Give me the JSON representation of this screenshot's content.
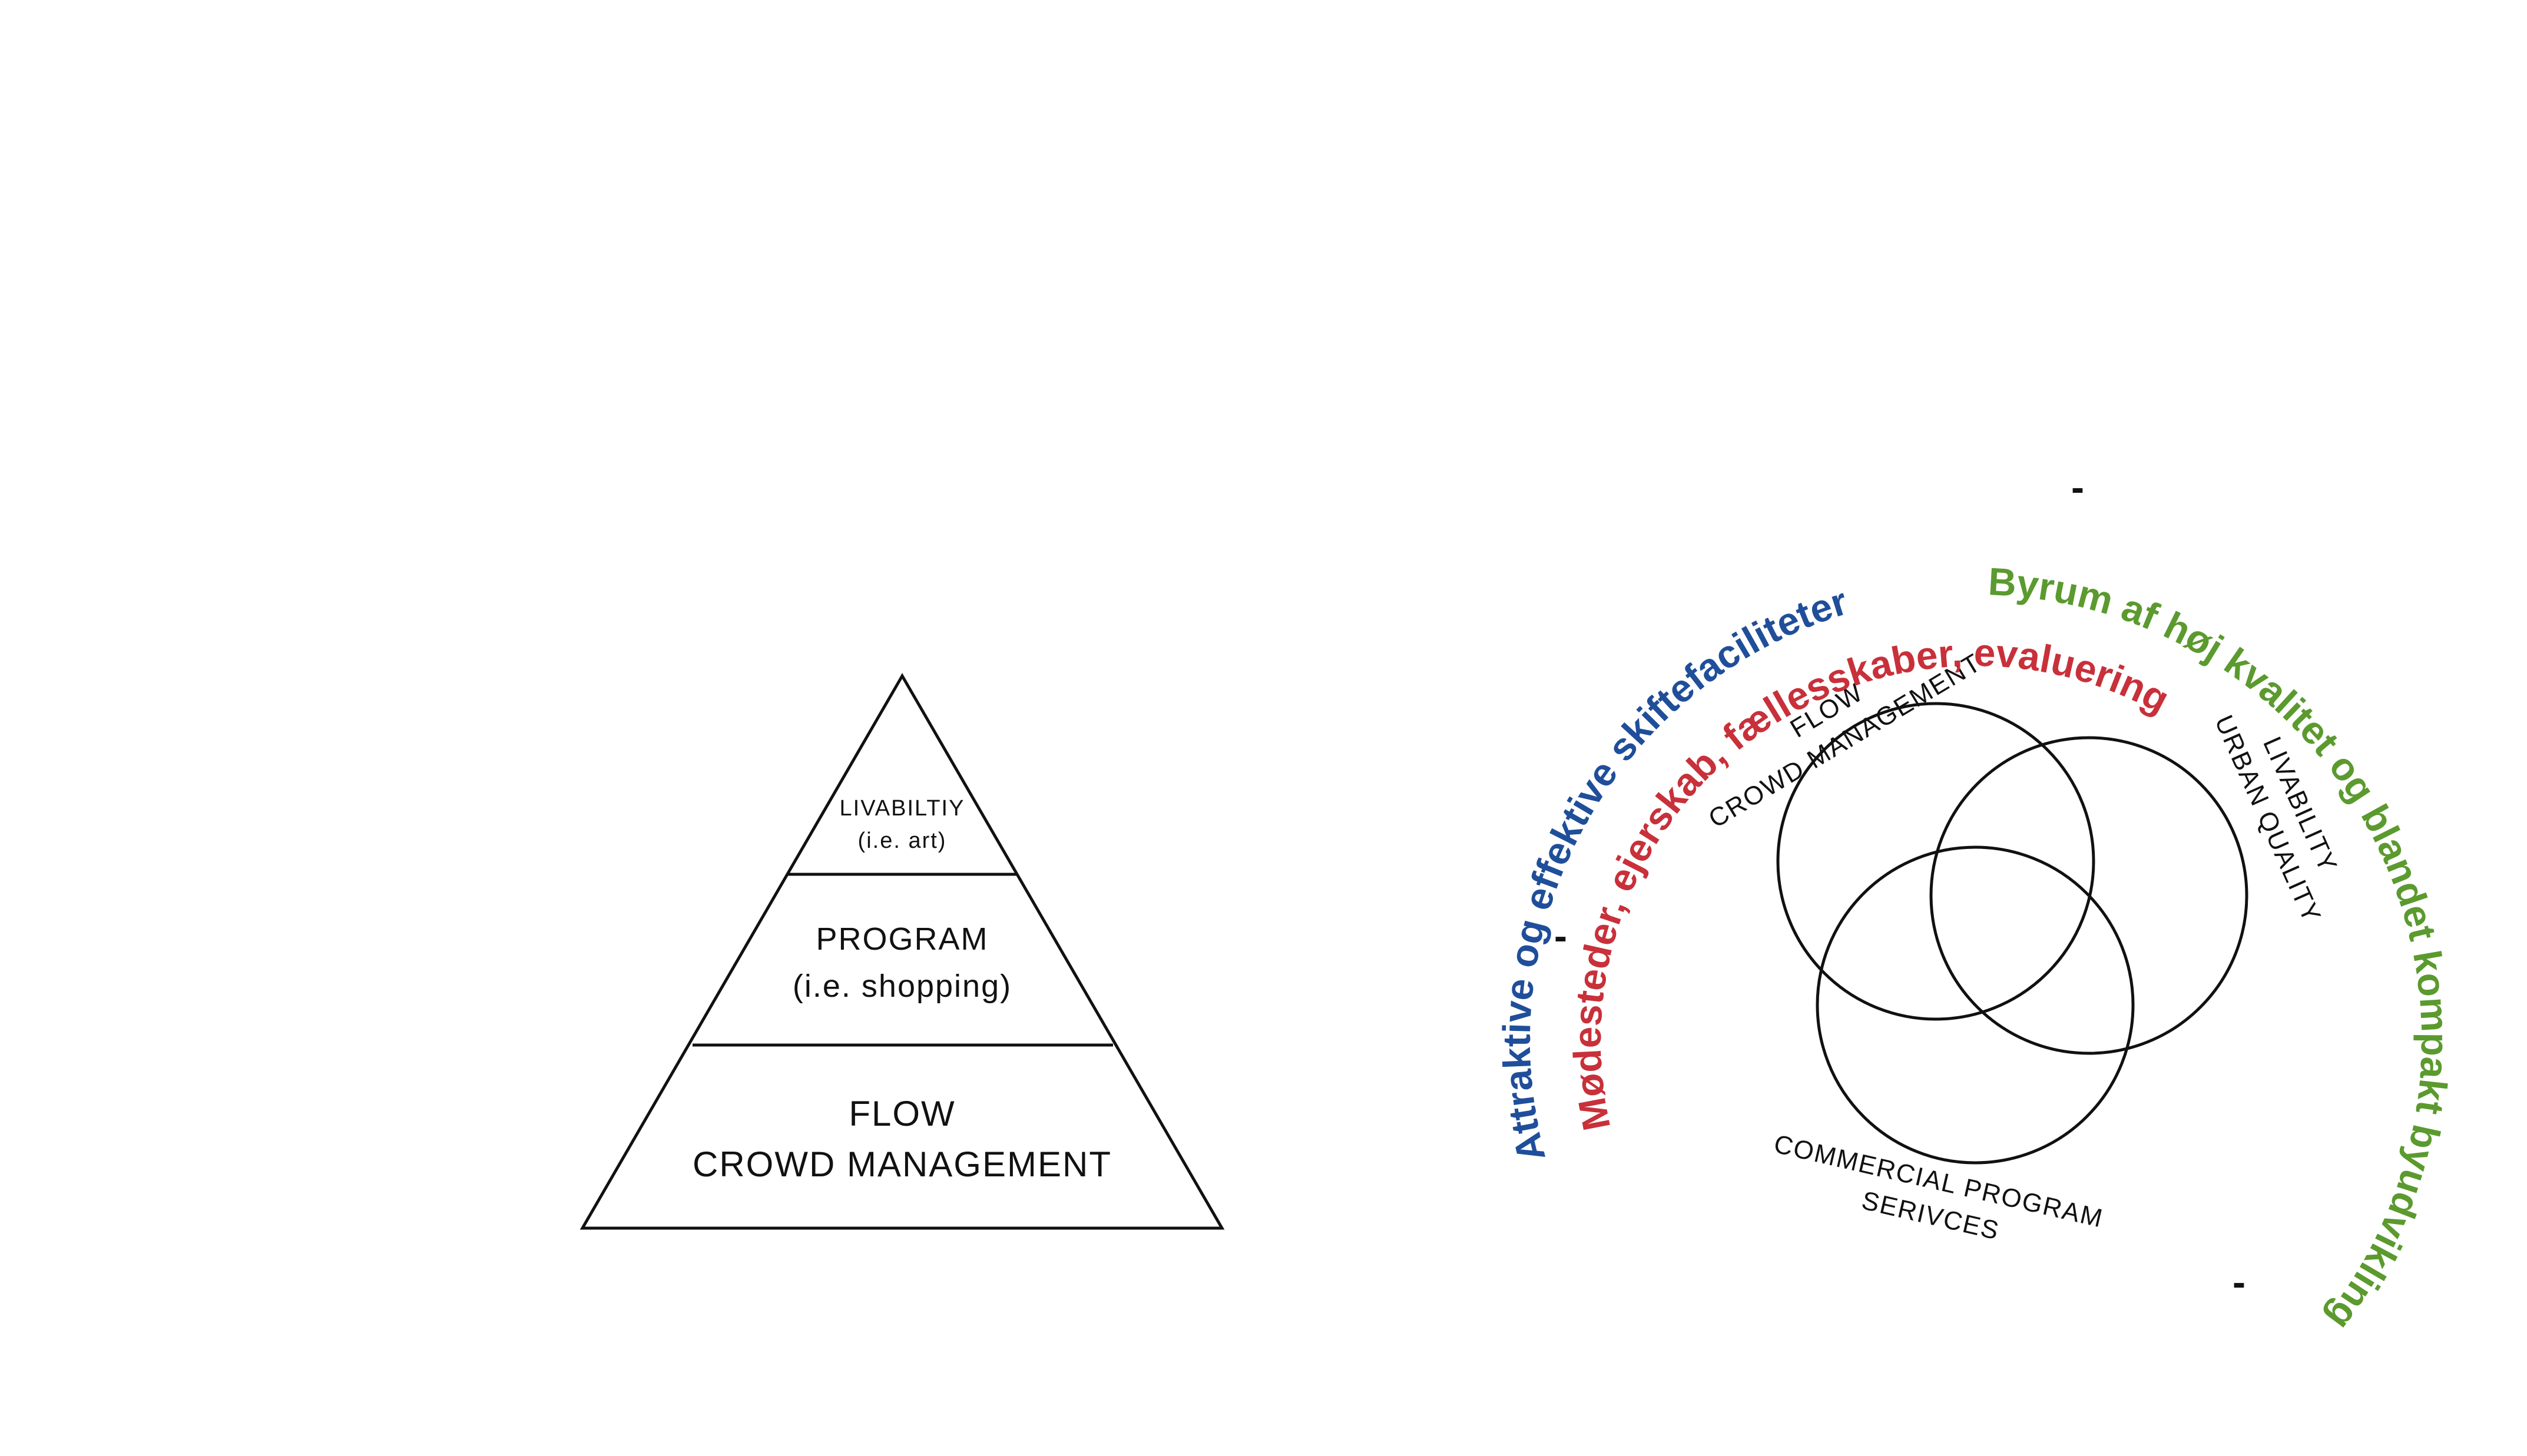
{
  "pyramid": {
    "top": {
      "line1": "LIVABILTIY",
      "line2": "(i.e. art)"
    },
    "middle": {
      "line1": "PROGRAM",
      "line2": "(i.e. shopping)"
    },
    "bottom": {
      "line1": "FLOW",
      "line2": "CROWD MANAGEMENT"
    }
  },
  "venn": {
    "flow": {
      "line1": "FLOW",
      "line2": "CROWD MANAGEMENT"
    },
    "livability": {
      "line1": "LIVABILITY",
      "line2": "URBAN QUALITY"
    },
    "commercial": {
      "line1": "COMMERCIAL PROGRAM",
      "line2": "SERIVCES"
    }
  },
  "ring": {
    "blue_text": "Attraktive og effektive skiftefaciliteter",
    "green_text": "Byrum af høj kvalitet og blandet kompakt byudvikling",
    "red_text": "Mødesteder, ejerskab, fællesskaber, evaluering",
    "separator": "-",
    "colors": {
      "blue": "#1f4e9a",
      "green": "#5b9a2e",
      "red": "#c8303a",
      "separator": "#111111"
    }
  }
}
